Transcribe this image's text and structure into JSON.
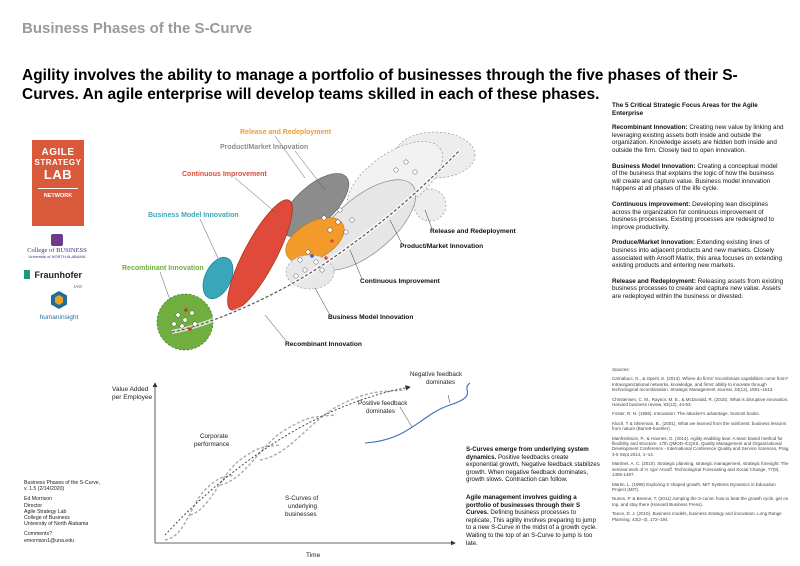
{
  "title": "Business Phases of the S-Curve",
  "headline": "Agility involves the ability to manage a portfolio of businesses through the five phases of their S-Curves. An agile enterprise will develop teams skilled in each of these phases.",
  "logos": {
    "asl_word1": "AGILE",
    "asl_word2": "STRATEGY",
    "asl_word3": "LAB",
    "asl_word4": "NETWORK",
    "college_line1": "College of BUSINESS",
    "college_line2": "University of NORTH ALABAMA",
    "fraunhofer": "Fraunhofer",
    "fraunhofer_sub": "IAO",
    "humaninsight": "humaninsight"
  },
  "phases_diagram": {
    "top_labels": {
      "release": "Release and Redeployment",
      "product": "Product/Market Innovation",
      "continuous": "Continuous Improvement",
      "bmi": "Business Model Innovation",
      "recombinant": "Recombinant Innovation"
    },
    "bottom_labels": {
      "release": "Release and Redeployment",
      "product": "Product/Market Innovation",
      "continuous": "Continuous Improvement",
      "bmi": "Business Model Innovation",
      "recombinant": "Recombinant Innovation"
    },
    "colors": {
      "release": "#f29b2b",
      "product": "#8c8c8c",
      "continuous": "#e04a3a",
      "bmi": "#3aa6b9",
      "recombinant": "#6fae3f"
    }
  },
  "focus": {
    "heading": "The 5 Critical Strategic Focus Areas for the Agile Enterprise",
    "items": [
      {
        "term": "Recombinant Innovation:",
        "text": " Creating new value by linking and  leveraging existing assets both inside and outside the organization.  Knowledge assets are hidden both inside and outside the firm. Closely tied to open innovation."
      },
      {
        "term": "Business Model Innovation:",
        "text": " Creating a conceptual model of the business that explains the logic of how the business will create and capture value. Business model innovation happens at all phases of the life cycle."
      },
      {
        "term": "Continuous improvement:",
        "text": " Developing lean disciplines across the organization for continuous improvement of business processes. Existing processes are redesigned to improve productivity."
      },
      {
        "term": "Produce/Market Innovation:",
        "text": " Extending existing lines of business into adjacent products and new markets. Closely associated with Ansoff Matrix, this area focuses on extending existing products  and entering new markets."
      },
      {
        "term": "Release and Redeployment:",
        "text": " Releasing assets from existing business processes to create and capture new value. Assets are redeployed within the business or divested."
      }
    ]
  },
  "scurve_chart": {
    "ylabel_1": "Value Added",
    "ylabel_2": "per Employee",
    "xlabel": "Time",
    "corporate_1": "Corporate",
    "corporate_2": "performance",
    "scurves_1": "S-Curves of",
    "scurves_2": "underlying",
    "scurves_3": "businesses",
    "positive_1": "Positive feedback",
    "positive_2": "dominates",
    "negative_1": "Negative feedback",
    "negative_2": "dominates"
  },
  "statements": {
    "s1_bold": "S-Curves emerge from underlying system dynamics.",
    "s1_text": " Positive feedbacks create exponential growth, Negative feedback stabilizes growth. When negative feedback dominates, growth slows. Contraction can follow.",
    "s2_bold": "Agile management involves guiding a portfolio of businesses through their S Curves.",
    "s2_text": "  Defining business processes to replicate, This agility involves preparing to jump to a new S-Curve in the midst of a growth cycle. Waiting to the top of an S-Curve to jump is too late."
  },
  "sources": {
    "heading": "Sources:",
    "items": [
      "Carnabuci, G., & Operti, E. (2013). Where do firms' recombinant capabilities come from? Intraorganizational networks, knowledge, and firms' ability to innovate through technological recombination. Strategic Management Journal, 34(13), 1591–1613.",
      "Christensen, C. M., Raynor, M. E., & McDonald, R. (2015). What is disruptive innovation. Harvard business review, 93(12), 44-53.",
      "Foster, R. N. (1986). Innovation: The attacker's advantage. Summit books.",
      "Kluch, T & Shireman, B., (2001), What we learned from the rainforest: business lessons from nature (Barrett-Koehler).",
      "Manfredsson, P., & Hannes, G. (2014). Agility enabling lean: A team based method for flexibility and structure. 17th QMOD-ICQSS, Quality Management and Organizational Development Conference - International Conference Quality and Service Sciences, Prag, 3-5 Sept 2014, 1–14.",
      "Martinet, A. C. (2010). Strategic planning, strategic management, strategic foresight: The seminal work of H. Igor Ansoff. Technological Forecasting and Social Change, 77(9), 1485-1487.",
      "Martin, L. (1996) Exploring S shaped growth, MIT Systems Dynamics in Education Project (MIT).",
      "Nunes, P. & Breene, T. (2011) Jumping the S-curve: how to beat the growth cycle, get on top, and stay there (Harvard Business Press).",
      "Teece, D. J. (2010). Business models, business strategy and innovation. Long Range Planning, 43(2–3), 172–194."
    ]
  },
  "credits": {
    "line1": "Business Phases of the S-Curve,",
    "line2": "v. 1.5   (2/14/2020)",
    "line3": "Ed Morrison",
    "line4": "Director",
    "line5": "Agile Strategy Lab",
    "line6": "College of Business",
    "line7": "University of North Alabama",
    "line8": "Comments?",
    "line9": "emorrison1@una.edu"
  }
}
